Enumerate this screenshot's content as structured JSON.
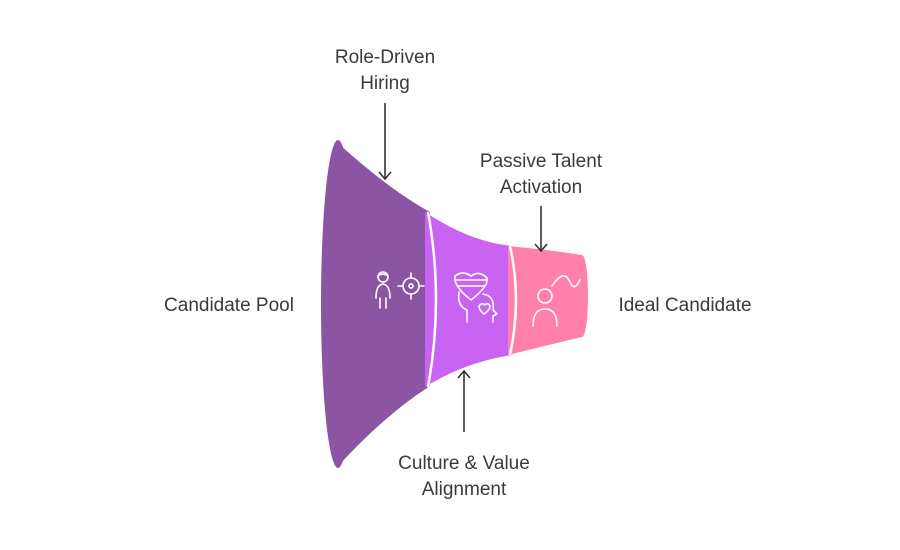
{
  "diagram": {
    "type": "funnel",
    "stages": [
      {
        "id": "role",
        "color": "#8b55a3",
        "icon": "person-target-icon"
      },
      {
        "id": "culture",
        "color": "#c963f2",
        "icon": "head-heart-icon"
      },
      {
        "id": "passive",
        "color": "#ff80ab",
        "icon": "person-curve-icon"
      }
    ],
    "wide_end_color": "#8b55a3",
    "labels": {
      "left": "Candidate Pool",
      "right": "Ideal Candidate",
      "top1_line1": "Role-Driven",
      "top1_line2": "Hiring",
      "top2_line1": "Passive Talent",
      "top2_line2": "Activation",
      "bottom_line1": "Culture & Value",
      "bottom_line2": "Alignment"
    }
  }
}
